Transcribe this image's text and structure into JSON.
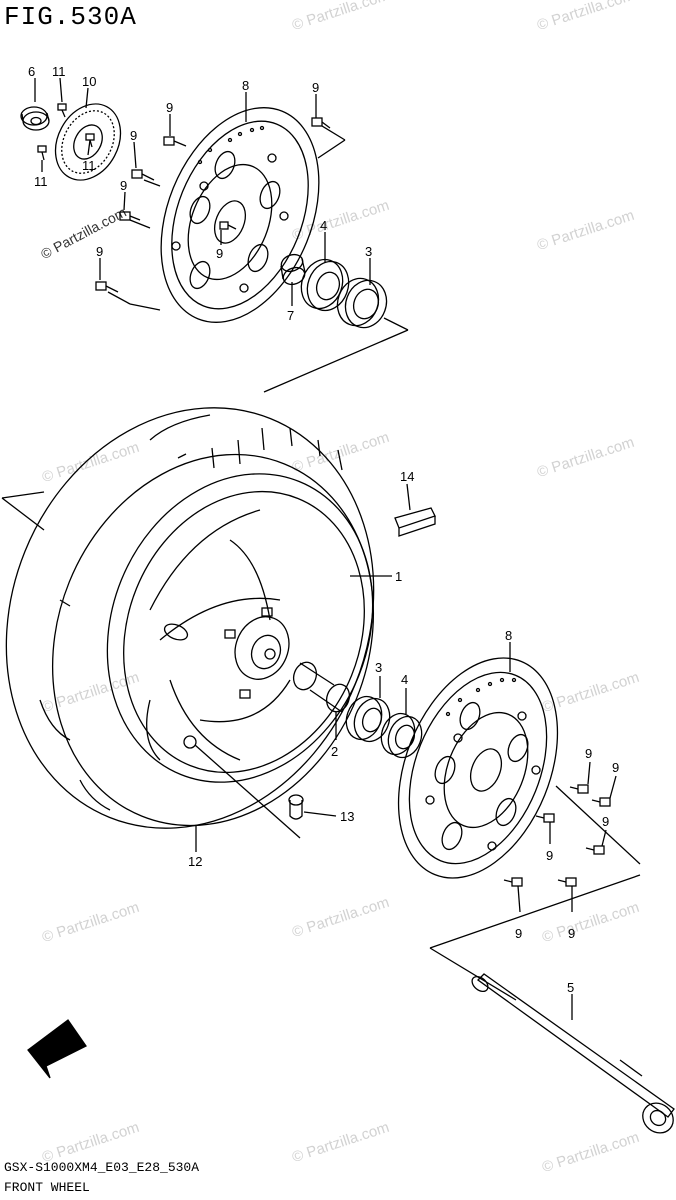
{
  "figure": {
    "title": "FIG.530A",
    "model_code": "GSX-S1000XM4_E03_E28_530A",
    "name": "FRONT WHEEL",
    "watermark": "© Partzilla.com",
    "fwd_label": "FWD"
  },
  "callouts": {
    "c1": "1",
    "c2": "2",
    "c3a": "3",
    "c3b": "3",
    "c4a": "4",
    "c4b": "4",
    "c5": "5",
    "c6": "6",
    "c7": "7",
    "c8a": "8",
    "c8b": "8",
    "c9a": "9",
    "c9b": "9",
    "c9c": "9",
    "c9d": "9",
    "c9e": "9",
    "c9f": "9",
    "c9g": "9",
    "c9h": "9",
    "c9i": "9",
    "c9j": "9",
    "c9k": "9",
    "c9l": "9",
    "c10": "10",
    "c11a": "11",
    "c11b": "11",
    "c11c": "11",
    "c12": "12",
    "c13": "13",
    "c14": "14"
  }
}
